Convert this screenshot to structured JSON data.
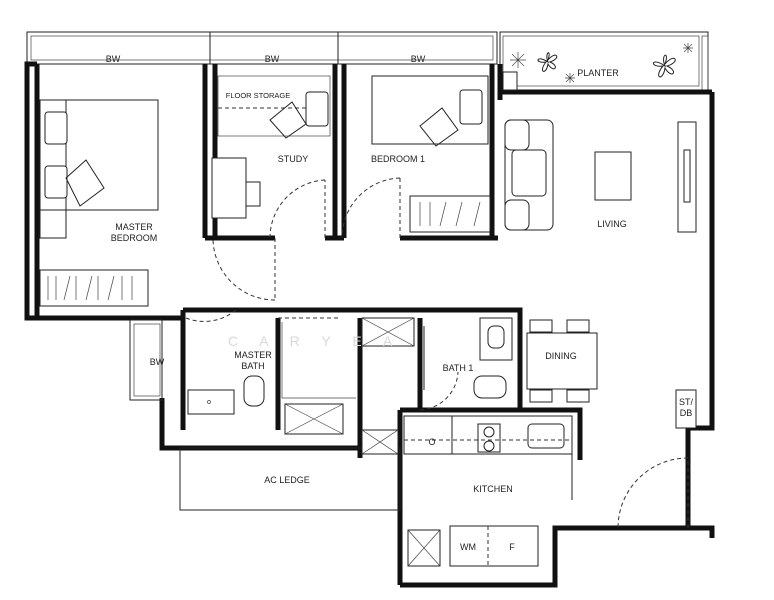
{
  "labels": {
    "bw": "BW",
    "planter": "PLANTER",
    "floor_storage": "FLOOR STORAGE",
    "study": "STUDY",
    "bedroom1": "BEDROOM 1",
    "living": "LIVING",
    "master_bedroom_line1": "MASTER",
    "master_bedroom_line2": "BEDROOM",
    "master_bath_line1": "MASTER",
    "master_bath_line2": "BATH",
    "bath1": "BATH 1",
    "dining": "DINING",
    "st_db_line1": "ST/",
    "st_db_line2": "DB",
    "ac_ledge": "AC LEDGE",
    "kitchen": "KITCHEN",
    "wm": "WM",
    "fridge": "F",
    "oven": "O"
  },
  "watermark": "C A R Y   E A"
}
